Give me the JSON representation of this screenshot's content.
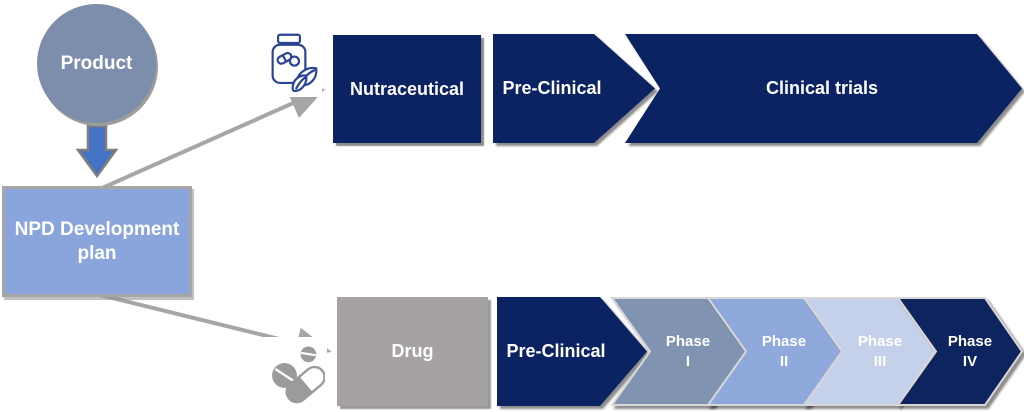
{
  "diagram": {
    "product": {
      "label": "Product"
    },
    "npd": {
      "label": "NPD Development plan"
    },
    "tracks": {
      "nutraceutical": {
        "icon": "supplement-bottle-icon",
        "category": {
          "label": "Nutraceutical"
        },
        "steps": [
          {
            "label": "Pre-Clinical"
          },
          {
            "label": "Clinical trials"
          }
        ]
      },
      "drug": {
        "icon": "pills-icon",
        "category": {
          "label": "Drug"
        },
        "steps": [
          {
            "label": "Pre-Clinical"
          }
        ],
        "phases": [
          {
            "label": "Phase",
            "numeral": "I"
          },
          {
            "label": "Phase",
            "numeral": "II"
          },
          {
            "label": "Phase",
            "numeral": "III"
          },
          {
            "label": "Phase",
            "numeral": "IV"
          }
        ]
      }
    }
  },
  "colors": {
    "navy": "#0b2263",
    "phase1": "#8093b0",
    "phase2": "#8fa9dd",
    "phase3": "#c5d0eb",
    "phase4": "#0e245f",
    "chevron_outline": "#d9d6d6",
    "circle_fill": "#7d8ead",
    "npd_fill": "#8aa4dc",
    "npd_border": "#a6a6a6",
    "drug_fill": "#a7a2a2",
    "arrow_blue": "#4472c4",
    "connector_gray": "#a6a6a6",
    "icon_outline_blue": "#2a4494",
    "icon_gray": "#9b9b9b"
  }
}
